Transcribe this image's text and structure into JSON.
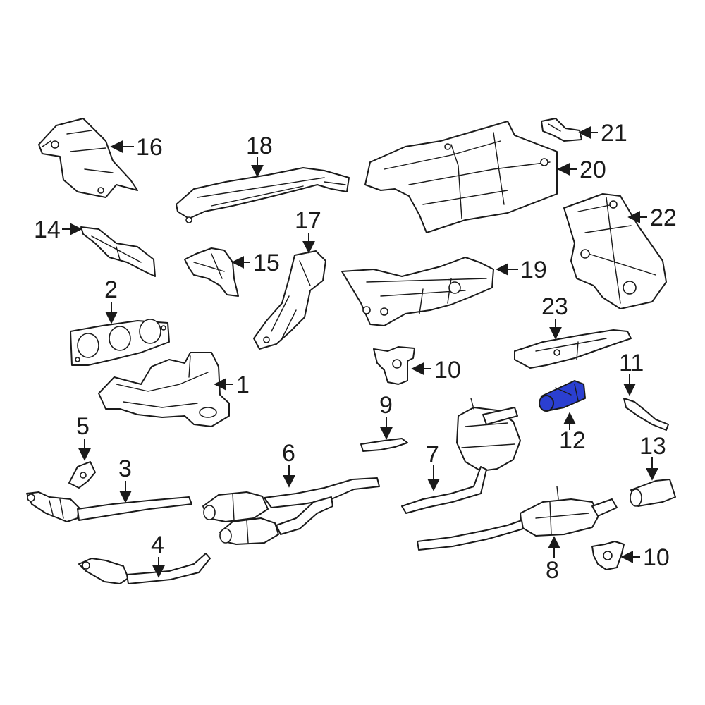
{
  "highlight_color": "#2b3fd1",
  "callouts": {
    "c1": "1",
    "c2": "2",
    "c3": "3",
    "c4": "4",
    "c5": "5",
    "c6": "6",
    "c7": "7",
    "c8": "8",
    "c9": "9",
    "c10a": "10",
    "c10b": "10",
    "c11": "11",
    "c12": "12",
    "c13": "13",
    "c14": "14",
    "c15": "15",
    "c16": "16",
    "c17": "17",
    "c18": "18",
    "c19": "19",
    "c20": "20",
    "c21": "21",
    "c22": "22",
    "c23": "23"
  }
}
